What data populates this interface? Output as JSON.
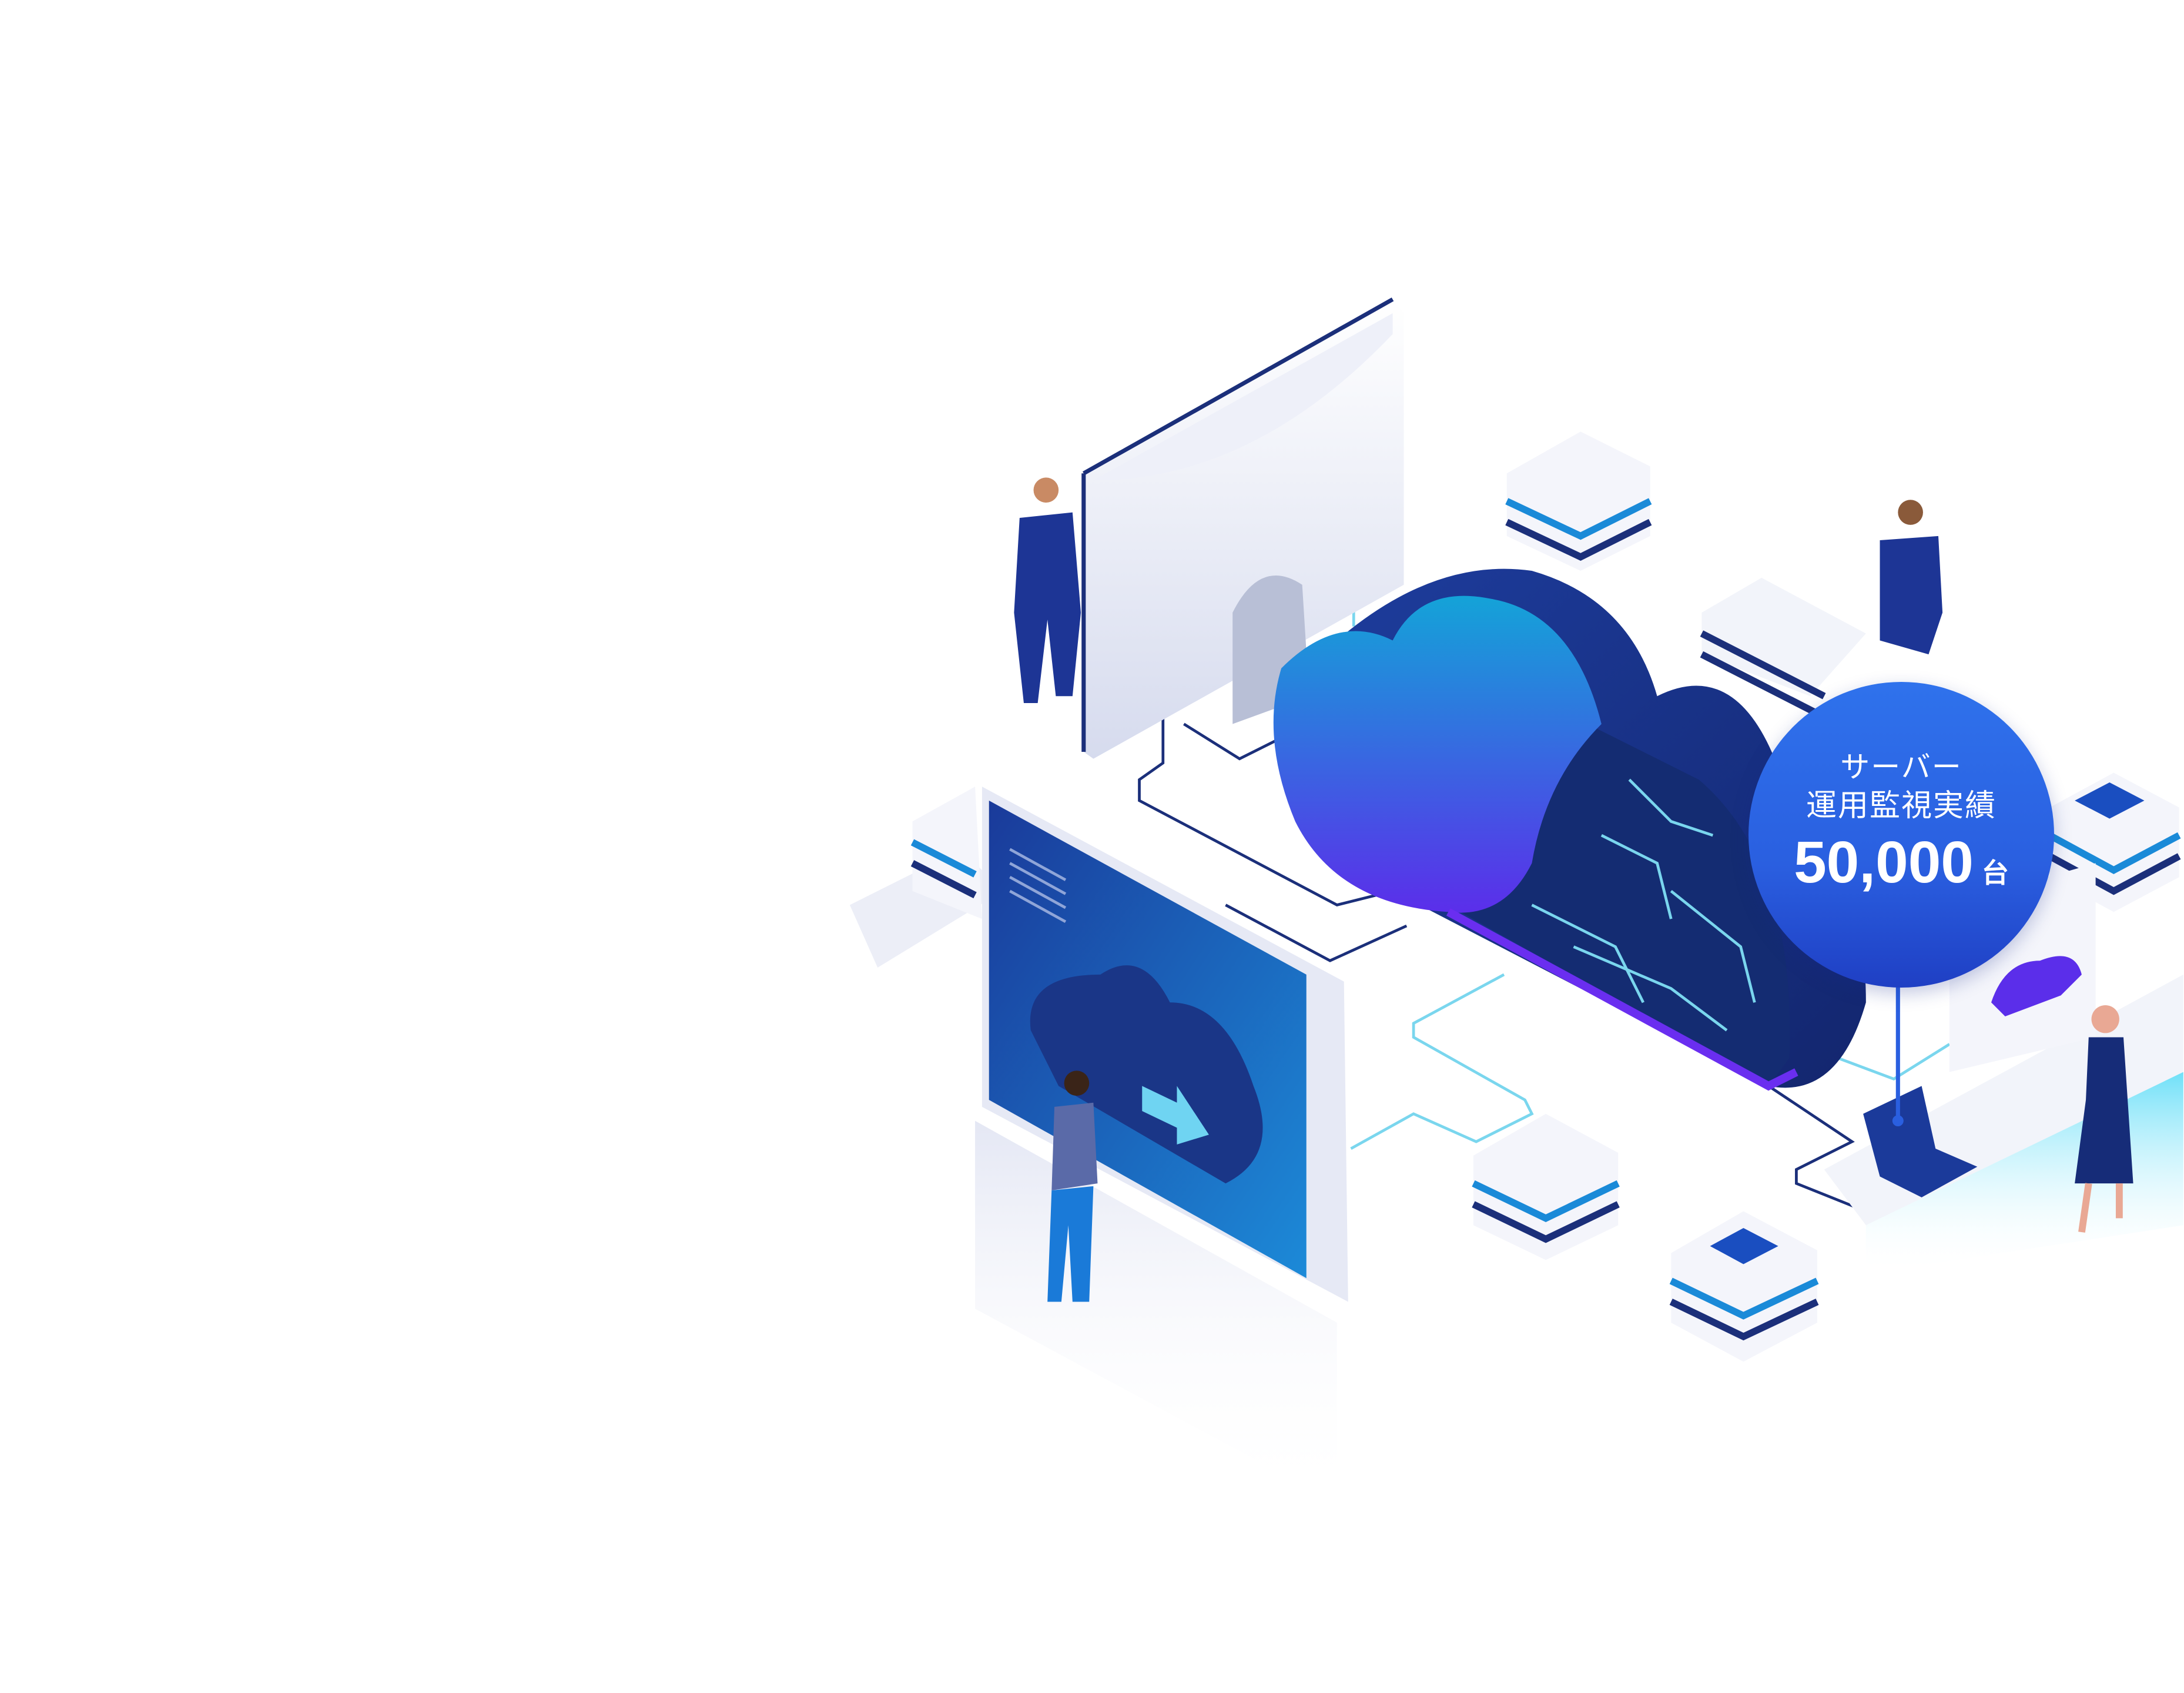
{
  "badge": {
    "line1": "サーバー",
    "line2": "運用監視実績",
    "value": "50,000",
    "unit": "台"
  },
  "colors": {
    "badge_blue": "#2f72ec",
    "navy": "#1b2f7a",
    "cloud_top": "#1aa0dc",
    "cloud_bottom": "#5a2ee8",
    "accent_cyan": "#5fd0f0"
  }
}
